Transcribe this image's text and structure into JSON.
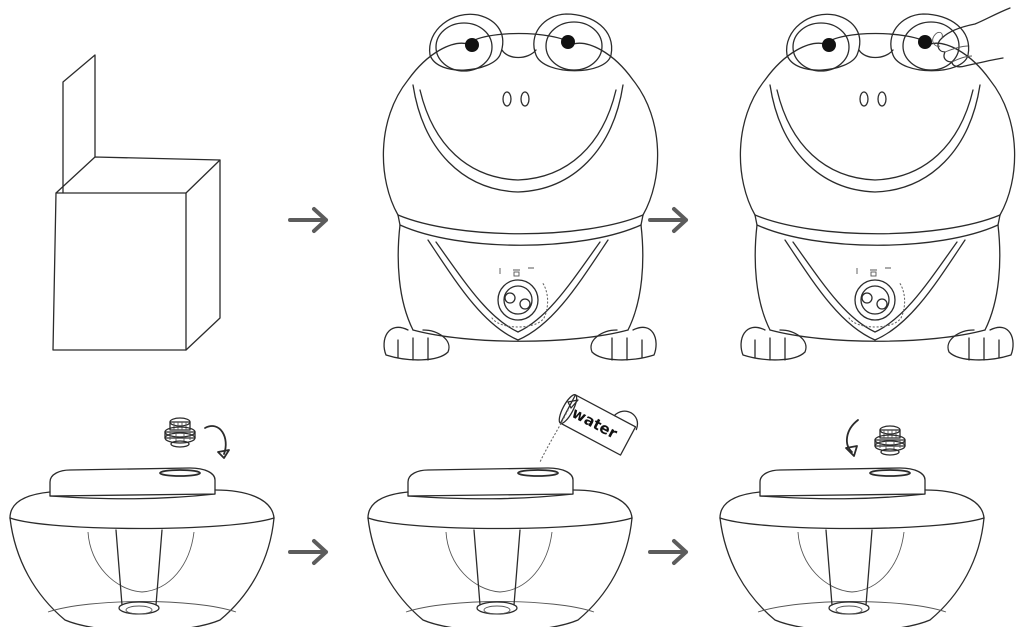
{
  "diagram": {
    "background": "#ffffff",
    "line_color": "#2b2b2b",
    "arrow_color": "#5c5c5c",
    "can_label": "water",
    "steps": [
      {
        "row": 1,
        "order": 1,
        "icon": "open-box-icon"
      },
      {
        "row": 1,
        "order": 2,
        "icon": "frog-humidifier-icon"
      },
      {
        "row": 1,
        "order": 3,
        "icon": "frog-humidifier-lift-top-icon"
      },
      {
        "row": 2,
        "order": 1,
        "icon": "tank-remove-cap-icon"
      },
      {
        "row": 2,
        "order": 2,
        "icon": "tank-fill-water-icon"
      },
      {
        "row": 2,
        "order": 3,
        "icon": "tank-close-cap-icon"
      }
    ]
  }
}
